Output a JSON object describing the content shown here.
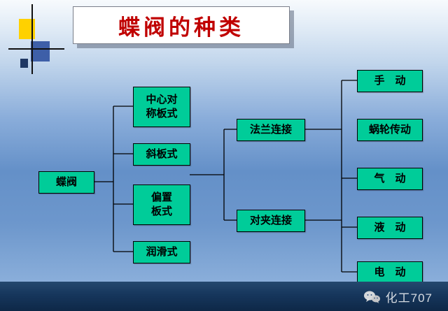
{
  "slide": {
    "title": "蝶阀的种类"
  },
  "diagram": {
    "root": "蝶阀",
    "types": [
      "中心对\n称板式",
      "斜板式",
      "偏置\n板式",
      "润滑式"
    ],
    "connections": [
      "法兰连接",
      "对夹连接"
    ],
    "actuations": [
      "手　动",
      "蜗轮传动",
      "气　动",
      "液　动",
      "电　动"
    ]
  },
  "footer": {
    "watermark": "化工707"
  },
  "colors": {
    "node_green": "#00CC99",
    "title_red": "#C00000",
    "footer_navy": "#16365C",
    "deco_yellow": "#FFD100",
    "deco_blue": "#3E5FA8"
  }
}
